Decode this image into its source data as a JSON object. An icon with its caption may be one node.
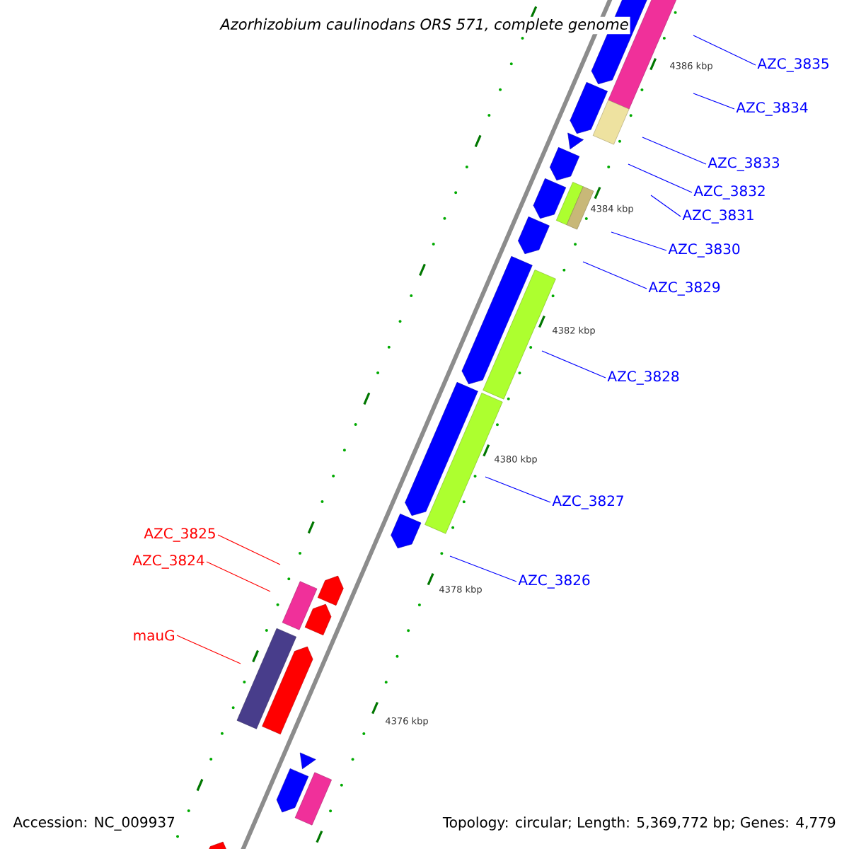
{
  "diagram": {
    "title": "Azorhizobium caulinodans ORS 571, complete genome",
    "nodes": [
      {
        "text": [
          "AZC_3835"
        ]
      },
      {
        "text": [
          "AZC_3834"
        ]
      },
      {
        "text": [
          "AZC_3833"
        ]
      },
      {
        "text": [
          "AZC_3832"
        ]
      },
      {
        "text": [
          "AZC_3831"
        ]
      },
      {
        "text": [
          "AZC_3830"
        ]
      },
      {
        "text": [
          "AZC_3829"
        ]
      },
      {
        "text": [
          "AZC_3828"
        ]
      },
      {
        "text": [
          "AZC_3827"
        ]
      },
      {
        "text": [
          "AZC_3826"
        ]
      },
      {
        "text": [
          "AZC_3825"
        ]
      },
      {
        "text": [
          "AZC_3824"
        ]
      },
      {
        "text": [
          "mauG"
        ]
      }
    ],
    "edges": [
      {
        "from": 0,
        "to": null,
        "arrow": "none"
      },
      {
        "from": 1,
        "to": null,
        "arrow": "none"
      },
      {
        "from": 2,
        "to": null,
        "arrow": "none"
      },
      {
        "from": 3,
        "to": null,
        "arrow": "none"
      },
      {
        "from": 4,
        "to": null,
        "arrow": "none"
      },
      {
        "from": 5,
        "to": null,
        "arrow": "none"
      },
      {
        "from": 6,
        "to": null,
        "arrow": "none"
      },
      {
        "from": 7,
        "to": null,
        "arrow": "none"
      },
      {
        "from": 8,
        "to": null,
        "arrow": "none"
      },
      {
        "from": 9,
        "to": null,
        "arrow": "none"
      },
      {
        "from": 10,
        "to": null,
        "arrow": "none",
        "color": "#ff0000"
      },
      {
        "from": 11,
        "to": null,
        "arrow": "none",
        "color": "#ff0000"
      },
      {
        "from": 12,
        "to": null,
        "arrow": "none",
        "color": "#ff0000"
      }
    ],
    "labels": [
      "4386 kbp",
      "4384 kbp",
      "4382 kbp",
      "4380 kbp",
      "4378 kbp",
      "4376 kbp",
      "Accession: NC_009937",
      "Topology: circular; Length: 5,369,772 bp; Genes: 4,779"
    ]
  }
}
